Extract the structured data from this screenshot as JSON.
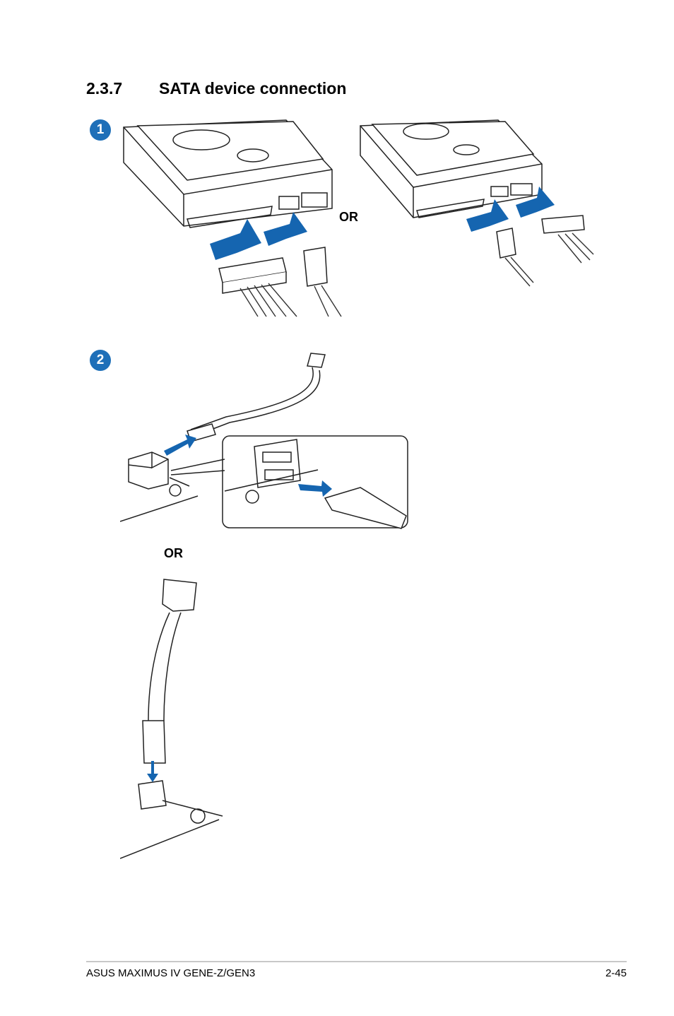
{
  "section": {
    "number": "2.3.7",
    "title": "SATA device connection"
  },
  "steps": {
    "step1": "1",
    "step2": "2"
  },
  "or_labels": {
    "or1": "OR",
    "or2": "OR"
  },
  "footer": {
    "product": "ASUS MAXIMUS IV GENE-Z/GEN3",
    "page": "2-45"
  },
  "colors": {
    "accent": "#1e6fb8",
    "arrow": "#1565b0"
  }
}
